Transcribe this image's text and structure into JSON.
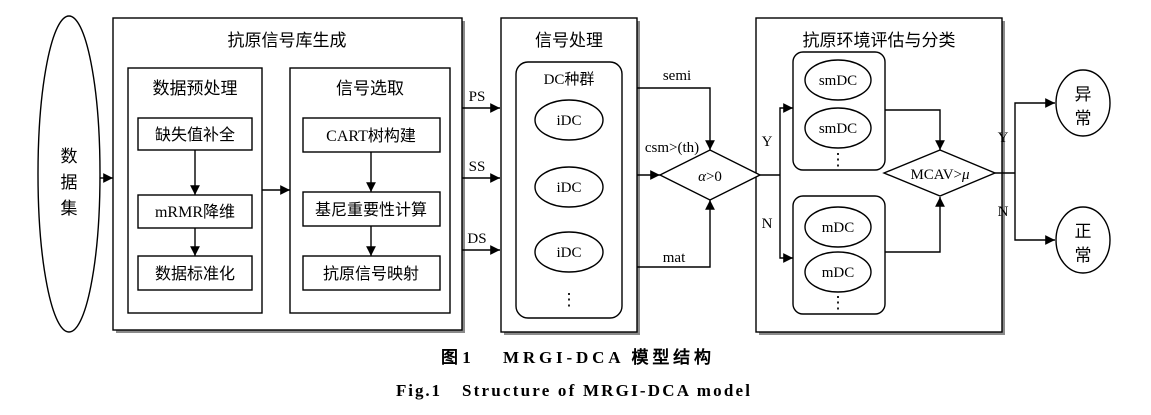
{
  "input": {
    "label": "数据集"
  },
  "antigen_library": {
    "title": "抗原信号库生成",
    "preprocess": {
      "title": "数据预处理",
      "steps": [
        "缺失值补全",
        "mRMR降维",
        "数据标准化"
      ]
    },
    "selection": {
      "title": "信号选取",
      "steps": [
        "CART树构建",
        "基尼重要性计算",
        "抗原信号映射"
      ]
    }
  },
  "signals": {
    "ps": "PS",
    "ss": "SS",
    "ds": "DS"
  },
  "signal_processing": {
    "title": "信号处理",
    "population": {
      "title": "DC种群",
      "cells": [
        "iDC",
        "iDC",
        "iDC"
      ],
      "more": "⋮"
    }
  },
  "outputs": {
    "semi": "semi",
    "csm": "csm>(th)",
    "mat": "mat"
  },
  "decision1": {
    "symbol": "α",
    "rest": ">0",
    "yes": "Y",
    "no": "N"
  },
  "evaluation": {
    "title": "抗原环境评估与分类",
    "semi_mature": {
      "cells": [
        "smDC",
        "smDC"
      ],
      "more": "⋮"
    },
    "mature": {
      "cells": [
        "mDC",
        "mDC"
      ],
      "more": "⋮"
    },
    "decision": {
      "prefix": "MCAV>",
      "symbol": "μ",
      "yes": "Y",
      "no": "N"
    }
  },
  "results": {
    "abnormal": "异常",
    "normal": "正常"
  },
  "caption": {
    "cn_label": "图 1",
    "cn_title": "MRGI-DCA 模型结构",
    "en_label": "Fig.1",
    "en_title": "Structure of MRGI-DCA model"
  }
}
